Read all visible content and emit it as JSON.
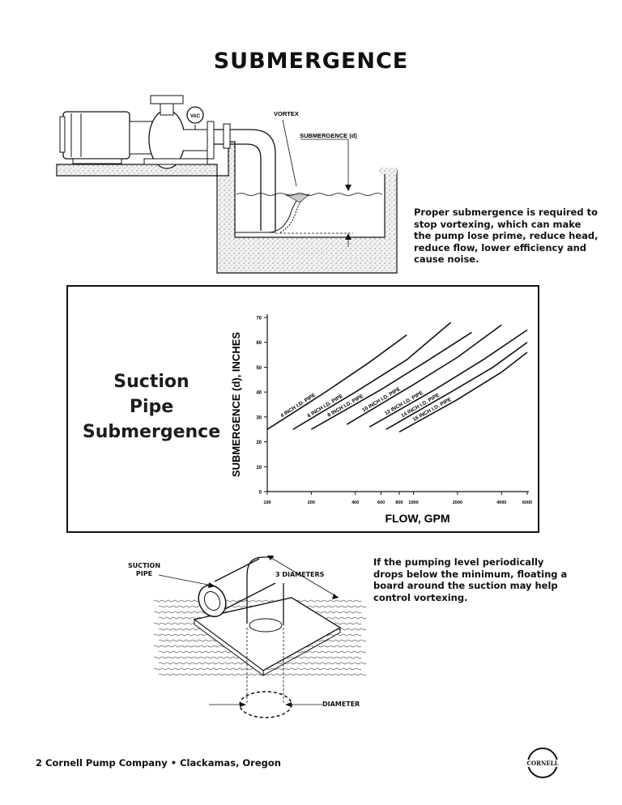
{
  "page": {
    "title": "SUBMERGENCE",
    "footer": "2  Cornell Pump Company • Clackamas, Oregon",
    "logo_text": "CORNELL"
  },
  "top_diagram": {
    "labels": {
      "gauge": "VAC",
      "vortex": "VORTEX",
      "submergence": "SUBMERGENCE (d)"
    },
    "note": "Proper submergence is required to stop vortexing, which can make the pump lose prime, reduce head, reduce flow, lower efficiency and cause noise."
  },
  "chart_box": {
    "side_title": [
      "Suction",
      "Pipe",
      "Submergence"
    ]
  },
  "chart_data": {
    "type": "line",
    "xlabel": "FLOW, GPM",
    "ylabel": "SUBMERGENCE (d), INCHES",
    "x_scale": "log",
    "x_ticks": [
      {
        "label": "100",
        "value": 100
      },
      {
        "label": "200",
        "value": 200
      },
      {
        "label": "400",
        "value": 400
      },
      {
        "label": "600",
        "value": 600
      },
      {
        "label": "800",
        "value": 800
      },
      {
        "label": "1000",
        "value": 1000
      },
      {
        "label": "2000",
        "value": 2000
      },
      {
        "label": "4000",
        "value": 4000
      },
      {
        "label": "6000",
        "value": 6000
      }
    ],
    "y_ticks": [
      {
        "label": "0",
        "value": 0
      },
      {
        "label": "10",
        "value": 10
      },
      {
        "label": "20",
        "value": 20
      },
      {
        "label": "30",
        "value": 30
      },
      {
        "label": "40",
        "value": 40
      },
      {
        "label": "50",
        "value": 50
      },
      {
        "label": "60",
        "value": 60
      },
      {
        "label": "70",
        "value": 70
      }
    ],
    "xlim": [
      100,
      6000
    ],
    "ylim": [
      0,
      70
    ],
    "series": [
      {
        "name": "4 INCH I.D. PIPE",
        "x": [
          100,
          250,
          500,
          900
        ],
        "y": [
          25,
          40,
          52,
          63
        ]
      },
      {
        "name": "6 INCH I.D. PIPE",
        "x": [
          150,
          400,
          900,
          1800
        ],
        "y": [
          25,
          40,
          53,
          68
        ]
      },
      {
        "name": "8 INCH I.D. PIPE",
        "x": [
          200,
          600,
          1200,
          2500
        ],
        "y": [
          25,
          41,
          52,
          64
        ]
      },
      {
        "name": "10 INCH I.D. PIPE",
        "x": [
          350,
          1000,
          2000,
          4000
        ],
        "y": [
          27,
          43,
          54,
          67
        ]
      },
      {
        "name": "12 INCH I.D. PIPE",
        "x": [
          500,
          1400,
          3000,
          6000
        ],
        "y": [
          26,
          41,
          53,
          65
        ]
      },
      {
        "name": "14 INCH I.D. PIPE",
        "x": [
          650,
          1800,
          3500,
          6000
        ],
        "y": [
          25,
          40,
          50,
          60
        ]
      },
      {
        "name": "16 INCH I.D. PIPE",
        "x": [
          800,
          2000,
          4000,
          6000
        ],
        "y": [
          24,
          37,
          48,
          56
        ]
      }
    ],
    "grid": false
  },
  "bottom_diagram": {
    "labels": {
      "suction_pipe": "SUCTION PIPE",
      "diameters": "3 DIAMETERS",
      "diameter": "DIAMETER"
    },
    "note": "If the pumping level periodically drops below the minimum, floating a board around the suction may help control vortexing."
  }
}
